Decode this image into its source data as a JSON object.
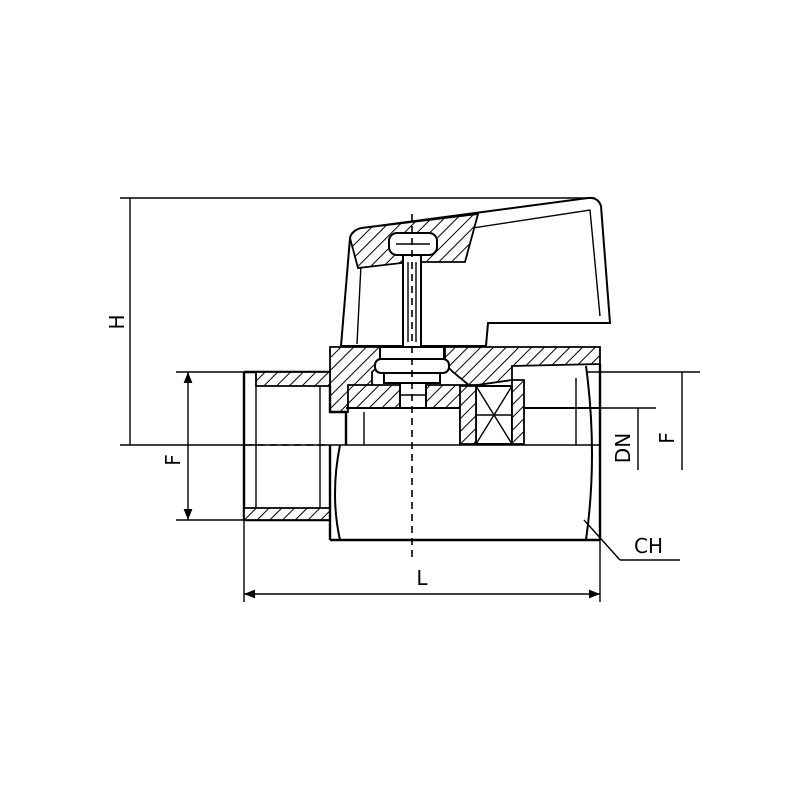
{
  "diagram": {
    "labels": {
      "height": "H",
      "thread_left": "F",
      "thread_right": "F",
      "nominal_diameter": "DN",
      "length": "L",
      "hex": "CH"
    }
  }
}
